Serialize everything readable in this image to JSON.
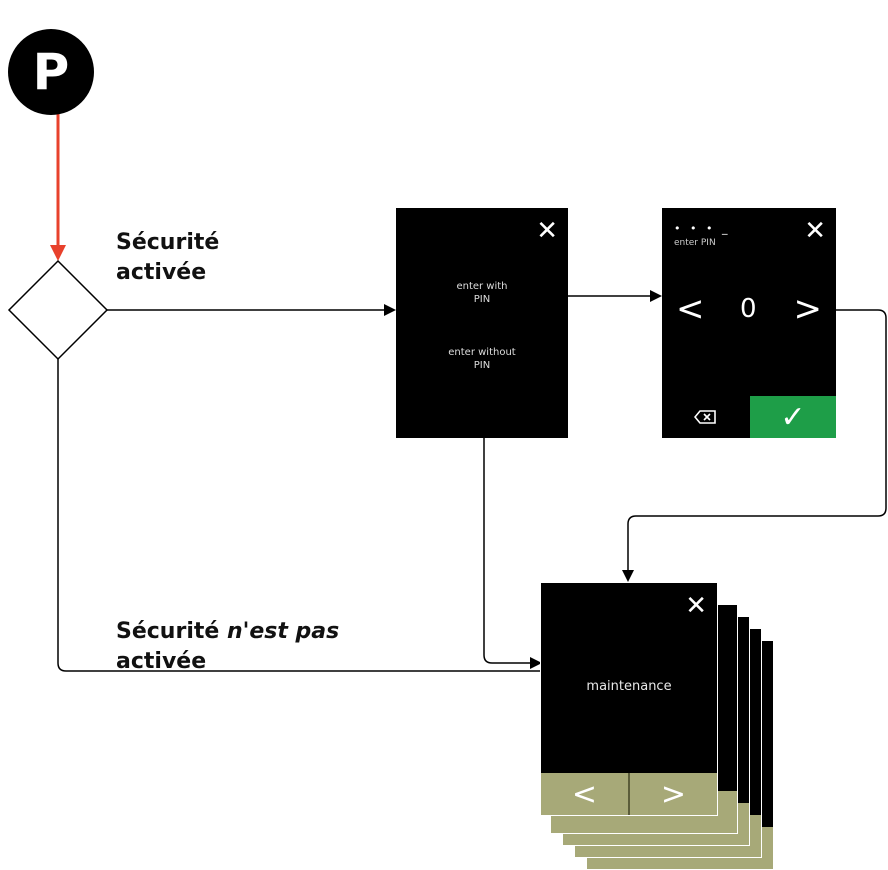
{
  "start_node": {
    "letter": "P"
  },
  "decision": {
    "yes_label_line1": "Sécurité",
    "yes_label_line2": "activée",
    "no_label_prefix": "Sécurité",
    "no_label_em": "n'est pas",
    "no_label_line2": "activée"
  },
  "screen_login": {
    "close_glyph": "✕",
    "option1_line1": "enter with",
    "option1_line2": "PIN",
    "option2_line1": "enter without",
    "option2_line2": "PIN"
  },
  "screen_pin": {
    "close_glyph": "✕",
    "dots": "• • • _",
    "label": "enter PIN",
    "prev_glyph": "<",
    "value": "0",
    "next_glyph": ">",
    "ok_glyph": "✓",
    "colors": {
      "ok": "#1e9e48"
    }
  },
  "screen_maintenance": {
    "close_glyph": "✕",
    "title": "maintenance",
    "prev_glyph": "<",
    "next_glyph": ">",
    "colors": {
      "nav_bar": "#a7a978"
    }
  },
  "colors": {
    "start_arrow": "#e8412c"
  }
}
